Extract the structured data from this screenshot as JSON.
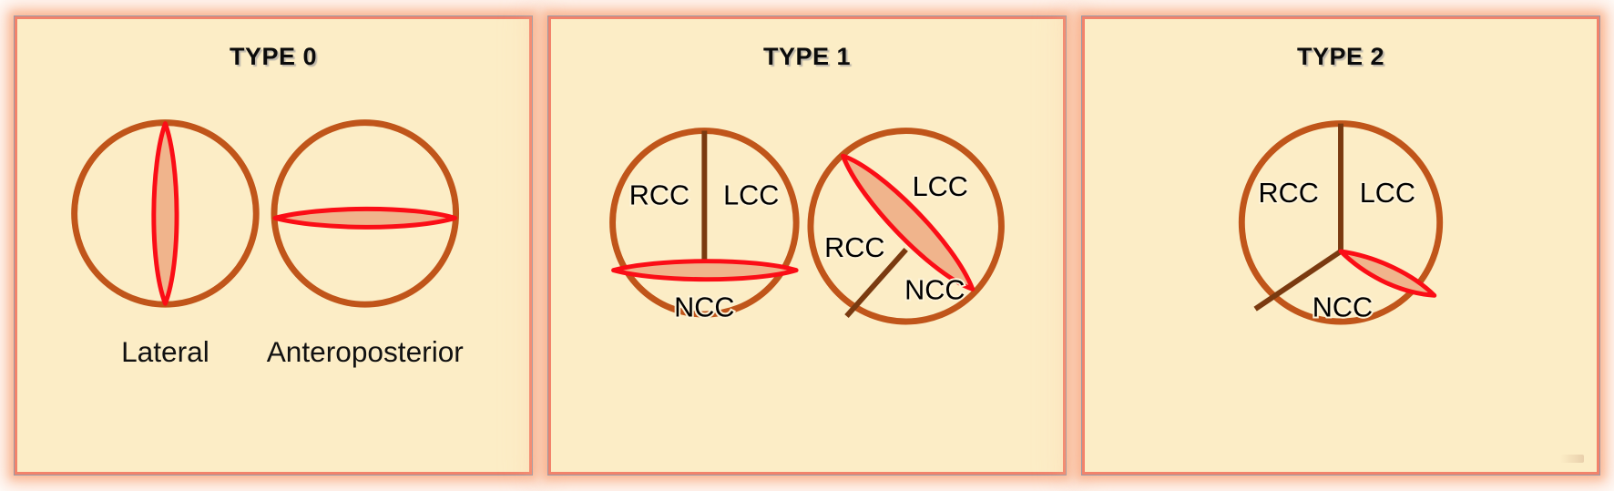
{
  "figure": {
    "kind": "medical-diagram",
    "subject": "Bicuspid aortic valve morphology classification",
    "background_color": "#ffffff",
    "panel_fill": "#fcedc6",
    "panel_border_color": "#f2836b",
    "glow_color": "#f79664",
    "ring_color": "#c0551a",
    "commissure_color": "#7a3a10",
    "raphe_stroke_color": "#fb0d16",
    "raphe_fill_color": "#f0b48c"
  },
  "panels": [
    {
      "id": "type-0",
      "title": "TYPE 0",
      "views": [
        {
          "id": "lateral",
          "caption": "Lateral",
          "orifice_orientation": "vertical",
          "cusp_labels": []
        },
        {
          "id": "anteroposterior",
          "caption": "Anteroposterior",
          "orifice_orientation": "horizontal",
          "cusp_labels": []
        }
      ]
    },
    {
      "id": "type-1",
      "title": "TYPE 1",
      "views": [
        {
          "id": "type1-horizontal-raphe",
          "caption": "",
          "orifice_orientation": "horizontal",
          "cusp_labels": [
            "RCC",
            "LCC",
            "NCC"
          ]
        },
        {
          "id": "type1-oblique-raphe",
          "caption": "",
          "orifice_orientation": "oblique",
          "cusp_labels": [
            "RCC",
            "LCC",
            "NCC"
          ]
        }
      ]
    },
    {
      "id": "type-2",
      "title": "TYPE 2",
      "views": [
        {
          "id": "type2-two-raphe",
          "caption": "",
          "orifice_orientation": "tricuspid-with-raphe",
          "cusp_labels": [
            "RCC",
            "LCC",
            "NCC"
          ]
        }
      ]
    }
  ],
  "labels": {
    "rcc": "RCC",
    "lcc": "LCC",
    "ncc": "NCC",
    "lateral": "Lateral",
    "anteroposterior": "Anteroposterior"
  }
}
